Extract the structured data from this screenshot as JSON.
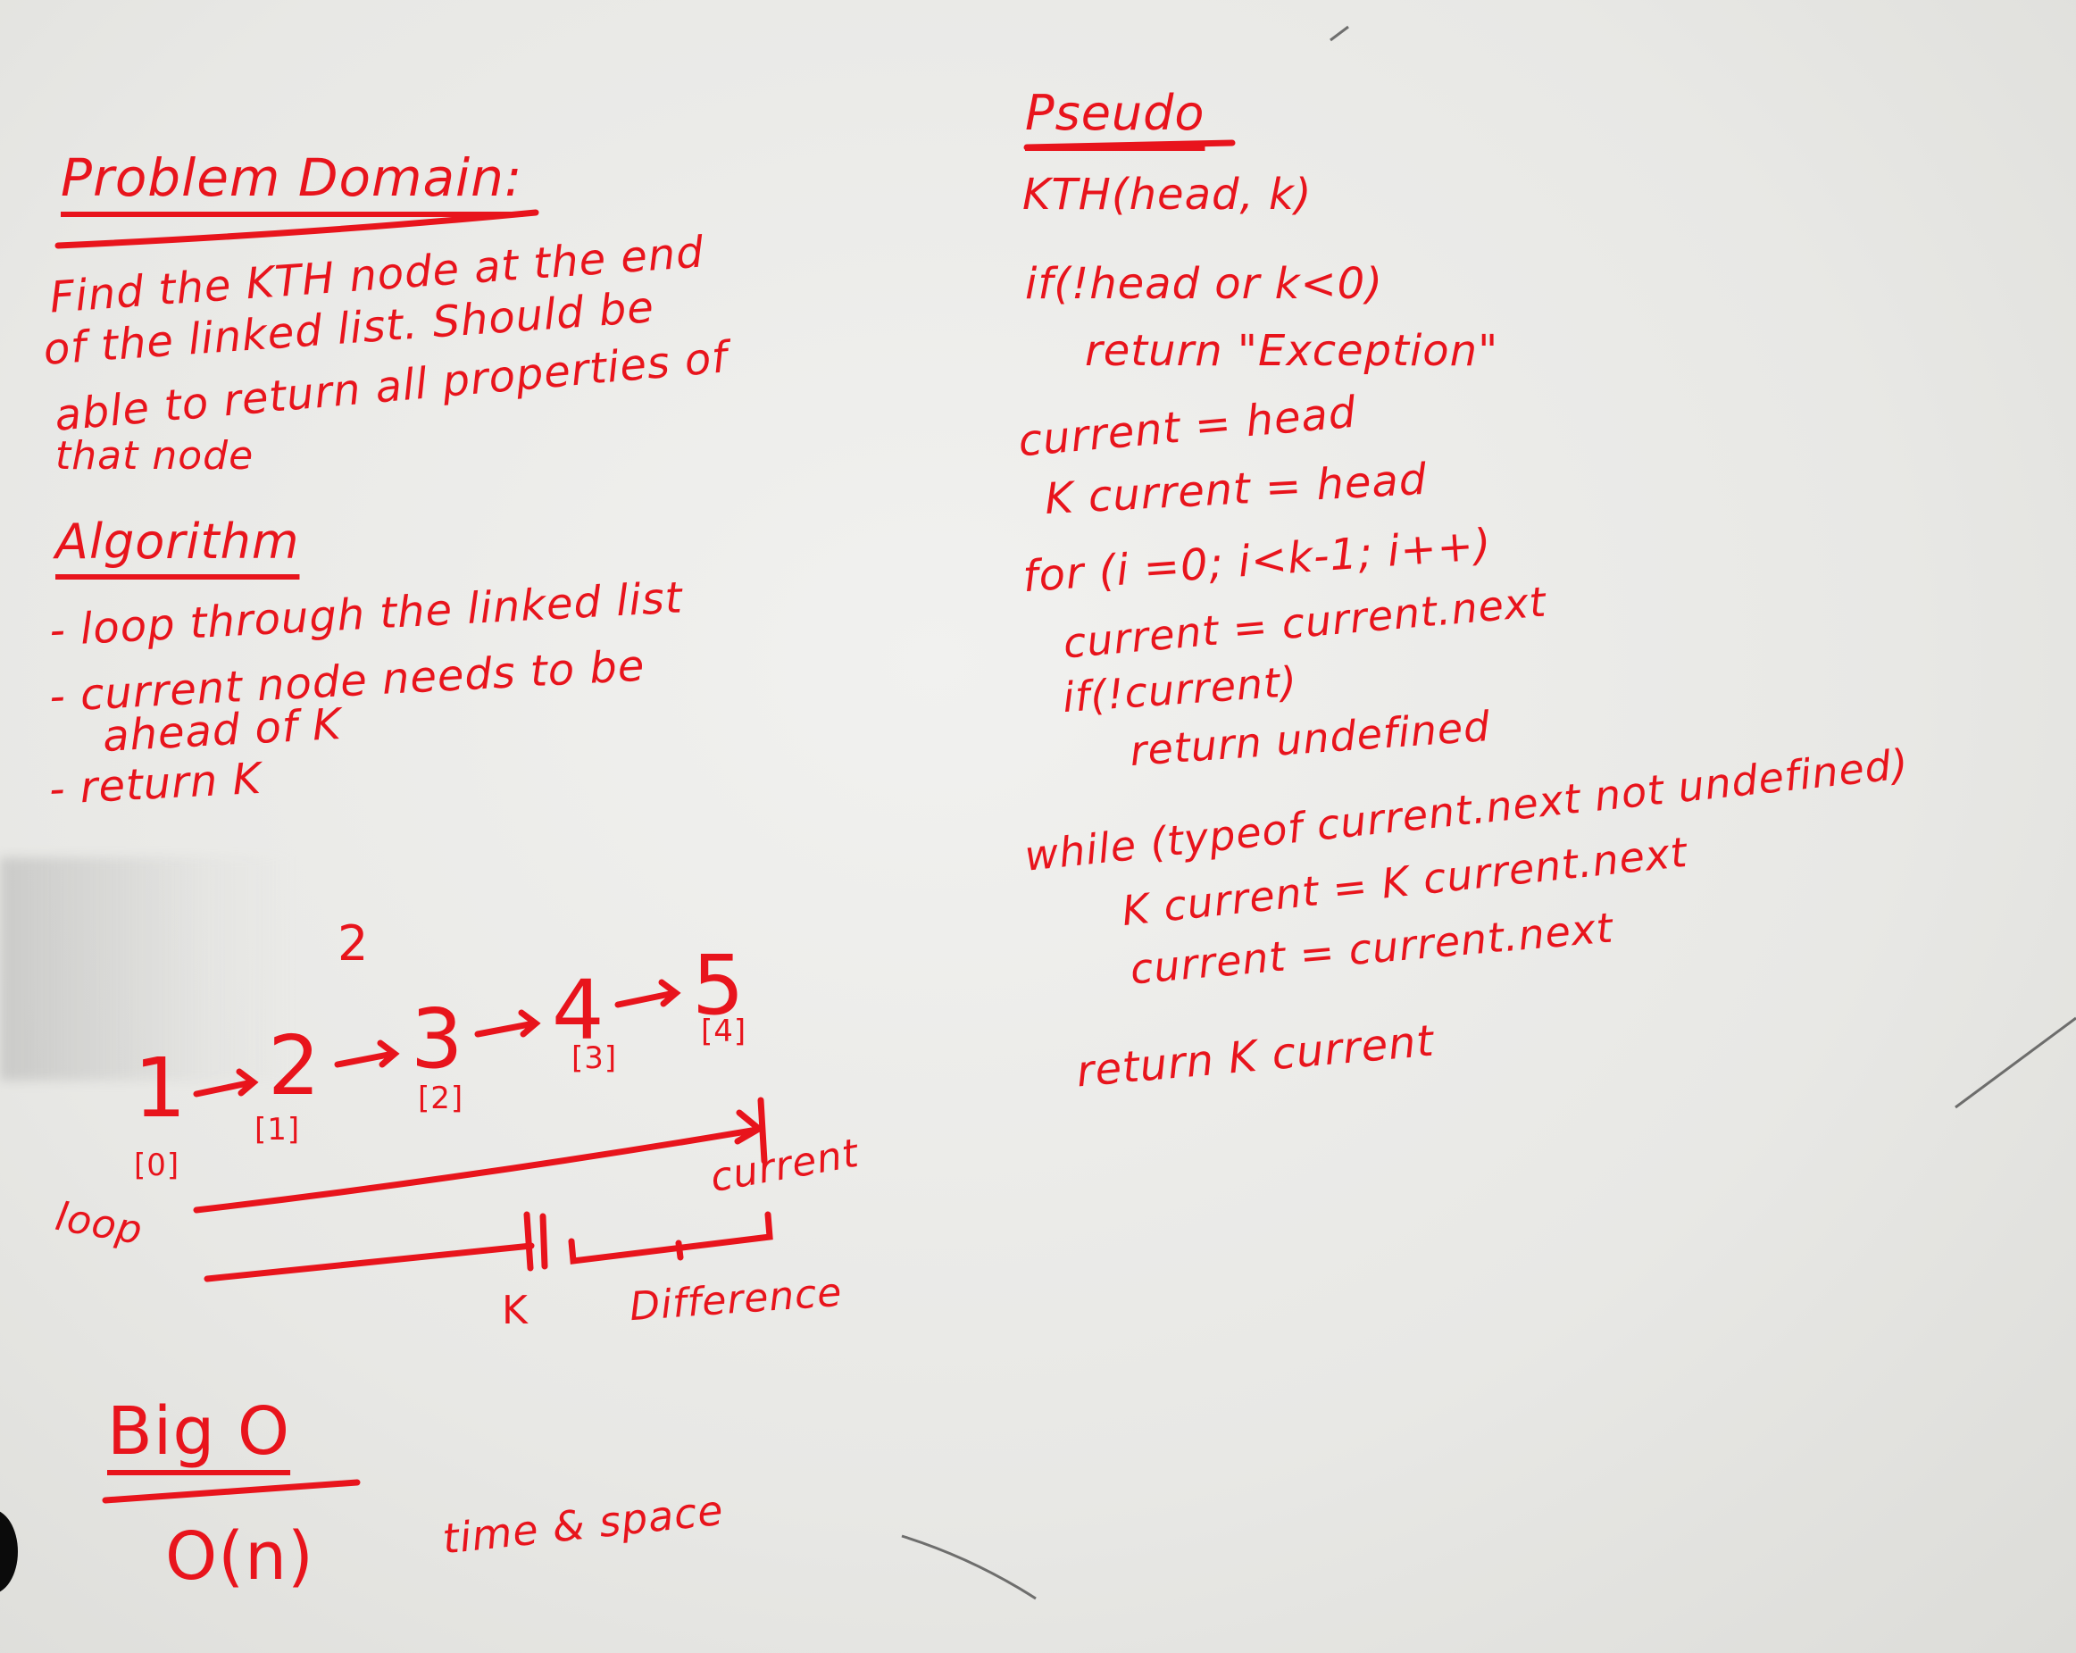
{
  "ink_color": "#e8141c",
  "problem_domain": {
    "heading": "Problem Domain:",
    "lines": [
      "Find the KTH node at the end",
      "of the linked list. Should be",
      "able to return all properties of",
      "that node"
    ]
  },
  "algorithm": {
    "heading": "Algorithm",
    "lines": [
      "- loop through the linked list",
      "- current node needs to be",
      "ahead of K",
      "- return K"
    ]
  },
  "diagram": {
    "k_value": "2",
    "nodes": [
      "1",
      "2",
      "3",
      "4",
      "5"
    ],
    "indices": [
      "[0]",
      "[1]",
      "[2]",
      "[3]",
      "[4]"
    ],
    "labels": {
      "current": "current",
      "loop": "loop",
      "k": "K",
      "difference": "Difference"
    }
  },
  "big_o": {
    "heading": "Big O",
    "value": "O(n)",
    "note": "time & space"
  },
  "pseudo": {
    "heading": "Pseudo",
    "lines": [
      "KTH(head, k)",
      "if(!head or k<0)",
      "return \"Exception\"",
      "current = head",
      "K current = head",
      "for (i =0; i<k-1; i++)",
      "current = current.next",
      "if(!current)",
      "return undefined",
      "while (typeof current.next not undefined)",
      "K current = K current.next",
      "current = current.next",
      "return K current"
    ]
  }
}
